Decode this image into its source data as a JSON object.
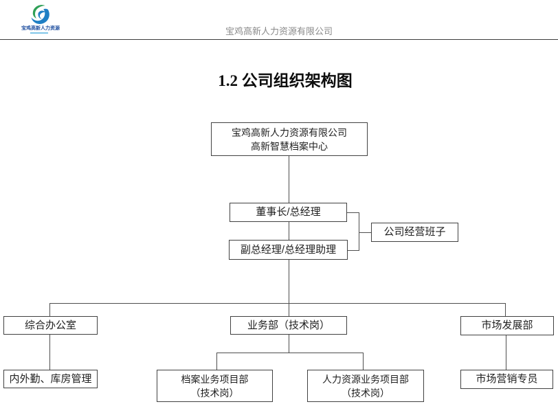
{
  "header": {
    "logo_text": "宝鸡高新人力资源",
    "company_name": "宝鸡高新人力资源有限公司"
  },
  "title": "1.2 公司组织架构图",
  "chart": {
    "type": "org-chart",
    "nodes": {
      "root": {
        "line1": "宝鸡高新人力资源有限公司",
        "line2": "高新智慧档案中心"
      },
      "chairman": "董事长/总经理",
      "deputy": "副总经理/总经理助理",
      "management_team": "公司经营班子",
      "general_office": "综合办公室",
      "business_dept": "业务部（技术岗）",
      "market_dev": "市场发展部",
      "logistics": "内外勤、库房管理",
      "archives": {
        "line1": "档案业务项目部",
        "line2": "（技术岗）"
      },
      "hr_project": {
        "line1": "人力资源业务项目部",
        "line2": "（技术岗）"
      },
      "marketing": "市场营销专员"
    },
    "edges": [
      [
        "root",
        "chairman"
      ],
      [
        "chairman",
        "deputy"
      ],
      [
        "chairman+deputy",
        "management_team"
      ],
      [
        "deputy",
        "general_office"
      ],
      [
        "deputy",
        "business_dept"
      ],
      [
        "deputy",
        "market_dev"
      ],
      [
        "general_office",
        "logistics"
      ],
      [
        "business_dept",
        "archives"
      ],
      [
        "business_dept",
        "hr_project"
      ],
      [
        "market_dev",
        "marketing"
      ]
    ]
  },
  "colors": {
    "line": "#4d4d4d",
    "box_border": "#404040",
    "header_text": "#8a8a8a",
    "logo_green": "#2fa057",
    "logo_blue": "#1f7fc4"
  }
}
